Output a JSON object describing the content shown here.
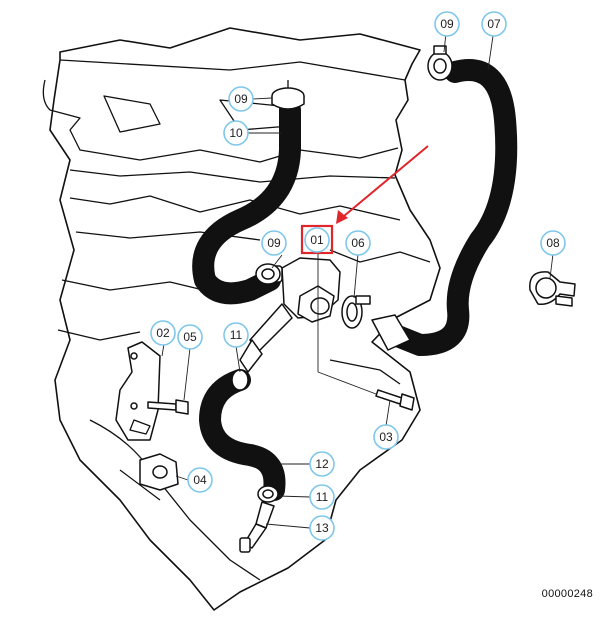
{
  "diagram_id": "00000248",
  "highlight_color": "#e0252b",
  "callout_ring_color": "#7fc7ea",
  "callouts": [
    {
      "key": "c09-top-right",
      "label": "09"
    },
    {
      "key": "c07",
      "label": "07"
    },
    {
      "key": "c09-top-left",
      "label": "09"
    },
    {
      "key": "c10",
      "label": "10"
    },
    {
      "key": "c09-mid",
      "label": "09"
    },
    {
      "key": "c01",
      "label": "01"
    },
    {
      "key": "c06",
      "label": "06"
    },
    {
      "key": "c08",
      "label": "08"
    },
    {
      "key": "c02",
      "label": "02"
    },
    {
      "key": "c05",
      "label": "05"
    },
    {
      "key": "c11-upper",
      "label": "11"
    },
    {
      "key": "c03",
      "label": "03"
    },
    {
      "key": "c04",
      "label": "04"
    },
    {
      "key": "c12",
      "label": "12"
    },
    {
      "key": "c11-lower",
      "label": "11"
    },
    {
      "key": "c13",
      "label": "13"
    }
  ]
}
